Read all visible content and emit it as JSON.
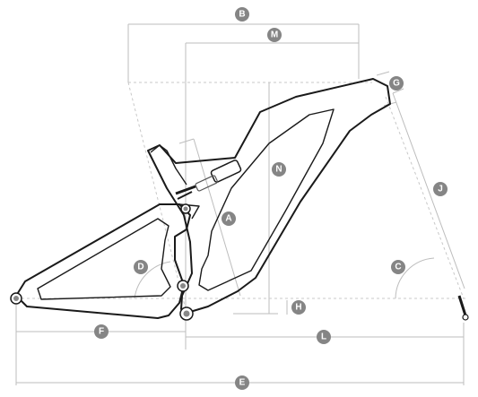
{
  "diagram": {
    "labels": {
      "B": "B",
      "M": "M",
      "G": "G",
      "J": "J",
      "N": "N",
      "A": "A",
      "D": "D",
      "C": "C",
      "H": "H",
      "F": "F",
      "L": "L",
      "E": "E"
    },
    "colors": {
      "badge": "#858585",
      "frame": "#1a1a1a",
      "dimension_line": "#bdbdbd"
    }
  }
}
